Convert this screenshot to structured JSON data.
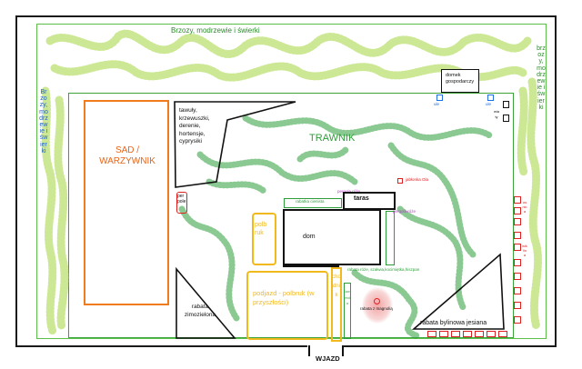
{
  "labels": {
    "top_trees": "Brzozy, modrzewie i świerki",
    "left_trees": "Brzozy, modrzewie i świerki",
    "right_trees": "brzozy, modrzewie i świerki",
    "sad": "SAD / WARZYWNIK",
    "shrubs": "tawuły, krzewuszki, derenie, hortensje, cyprysiki",
    "trawnik": "TRAWNIK",
    "domek": "domek gospodarczy",
    "ule": "ule",
    "wiaty": "wiaty",
    "osnica": "osnica",
    "wiklina": "wiklina",
    "jablonka": "jabłonka Ola",
    "pergola_top": "pergola róże",
    "pergola_mid": "pergola róże",
    "rabatka": "rabatka cienista",
    "taras": "taras",
    "dom": "dom",
    "rabata_roz": "rabata róże, szałwia,kocimiętka,hiszpan",
    "polbruk": "polb ruk",
    "podjazd": "podjazd - polbruk (w przyszłości)",
    "chodnik": "chodnik",
    "lawenda": "lawenda",
    "rabata_magnolia": "rabata z magnolią",
    "rabata_bylinowa": "rabata bylinowa jesiana",
    "rabata_zimo": "rabata zimozielona",
    "per_pole": "per pole",
    "wjazd": "WJAZD"
  }
}
